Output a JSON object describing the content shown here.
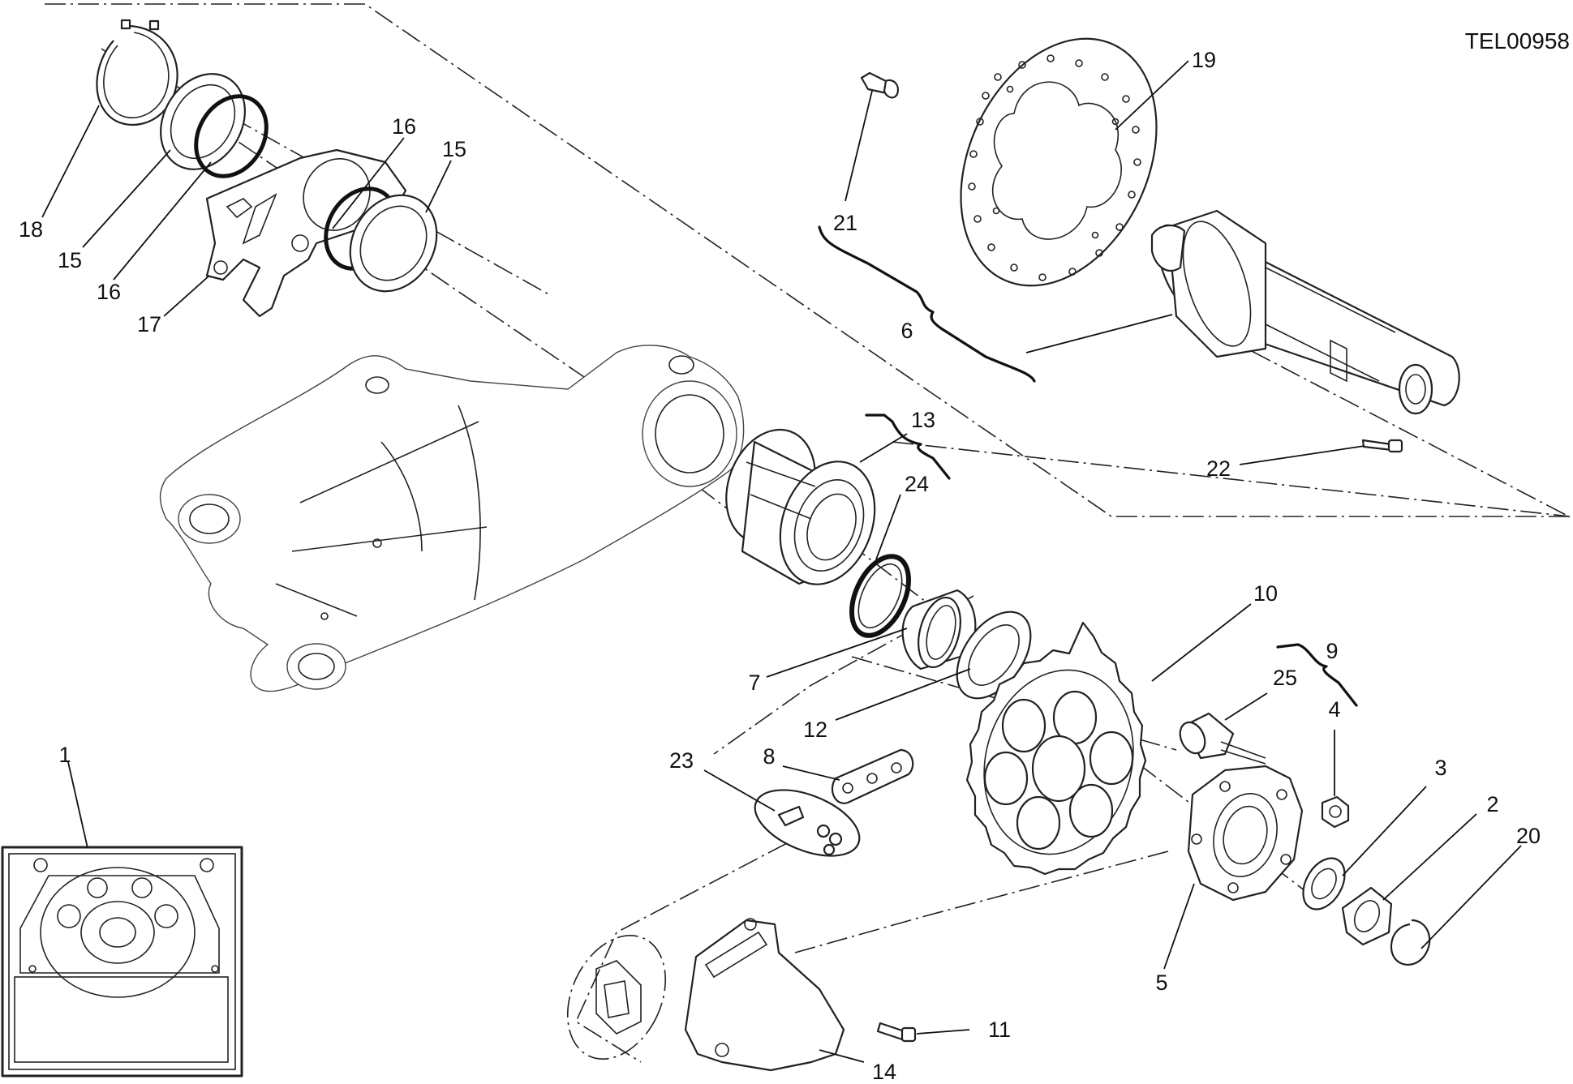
{
  "drawing_code": "TEL00958",
  "callouts": [
    {
      "id": "c1",
      "label": "1"
    },
    {
      "id": "c2",
      "label": "2"
    },
    {
      "id": "c3",
      "label": "3"
    },
    {
      "id": "c4",
      "label": "4"
    },
    {
      "id": "c5",
      "label": "5"
    },
    {
      "id": "c6",
      "label": "6"
    },
    {
      "id": "c7",
      "label": "7"
    },
    {
      "id": "c8",
      "label": "8"
    },
    {
      "id": "c9",
      "label": "9"
    },
    {
      "id": "c10",
      "label": "10"
    },
    {
      "id": "c11",
      "label": "11"
    },
    {
      "id": "c12",
      "label": "12"
    },
    {
      "id": "c13",
      "label": "13"
    },
    {
      "id": "c14",
      "label": "14"
    },
    {
      "id": "c15a",
      "label": "15"
    },
    {
      "id": "c15b",
      "label": "15"
    },
    {
      "id": "c16a",
      "label": "16"
    },
    {
      "id": "c16b",
      "label": "16"
    },
    {
      "id": "c17",
      "label": "17"
    },
    {
      "id": "c18",
      "label": "18"
    },
    {
      "id": "c19",
      "label": "19"
    },
    {
      "id": "c20",
      "label": "20"
    },
    {
      "id": "c21",
      "label": "21"
    },
    {
      "id": "c22",
      "label": "22"
    },
    {
      "id": "c23",
      "label": "23"
    },
    {
      "id": "c24",
      "label": "24"
    },
    {
      "id": "c25",
      "label": "25"
    }
  ]
}
